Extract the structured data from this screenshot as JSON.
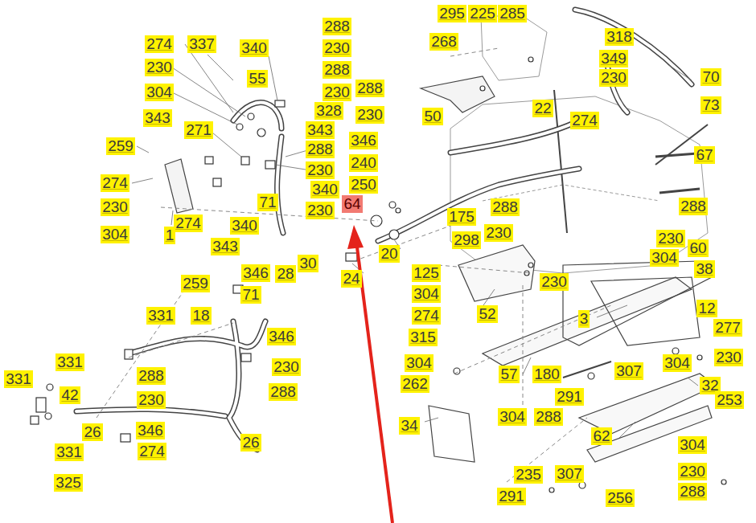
{
  "diagram": {
    "labels": [
      "295",
      "225",
      "285",
      "268",
      "318",
      "349",
      "230",
      "70",
      "73",
      "67",
      "288",
      "274",
      "337",
      "340",
      "288",
      "230",
      "288",
      "230",
      "328",
      "55",
      "230",
      "304",
      "343",
      "271",
      "343",
      "288",
      "230",
      "340",
      "230",
      "288",
      "230",
      "346",
      "240",
      "250",
      "64",
      "50",
      "22",
      "274",
      "259",
      "274",
      "230",
      "304",
      "1",
      "274",
      "343",
      "340",
      "71",
      "30",
      "28",
      "20",
      "24",
      "175",
      "298",
      "288",
      "230",
      "230",
      "125",
      "304",
      "274",
      "52",
      "315",
      "304",
      "262",
      "57",
      "3",
      "230",
      "304",
      "60",
      "38",
      "12",
      "277",
      "230",
      "307",
      "304",
      "180",
      "291",
      "304",
      "288",
      "32",
      "253",
      "62",
      "34",
      "304",
      "230",
      "288",
      "235",
      "291",
      "307",
      "256",
      "259",
      "346",
      "71",
      "331",
      "18",
      "346",
      "230",
      "288",
      "288",
      "230",
      "346",
      "274",
      "331",
      "331",
      "42",
      "26",
      "331",
      "325",
      "26"
    ]
  }
}
